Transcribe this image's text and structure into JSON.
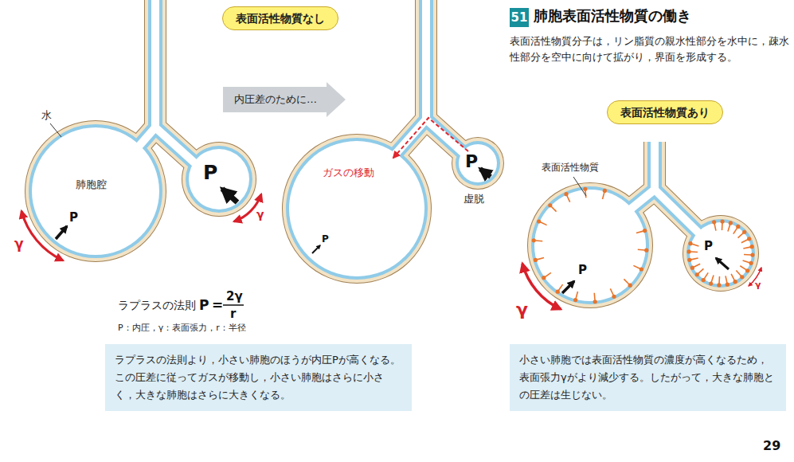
{
  "diagram": {
    "title": "肺胞表面活性物質の働き",
    "caption": "表面活性物質分子は，リン脂質の親水性部分を水中に，疎水性部分を空中に向けて拡がり，界面を形成する。",
    "nodes": [
      {
        "text": [
          "表面活性物質なし"
        ]
      },
      {
        "text": [
          "内圧差のために…"
        ]
      },
      {
        "text": [
          "51"
        ]
      },
      {
        "text": [
          "表面活性物質あり"
        ]
      },
      {
        "text": [
          "ラプラスの法則より，小さい肺胞のほうが内圧Pが高くなる。この圧差に従ってガスが移動し，小さい肺胞はさらに小さく，大きな肺胞はさらに大きくなる。"
        ]
      },
      {
        "text": [
          "小さい肺胞では表面活性物質の濃度が高くなるため，表面張力γがより減少する。したがって，大きな肺胞との圧差は生じない。"
        ]
      }
    ],
    "labels": [
      "水",
      "肺胞腔",
      "P",
      "γ",
      "P",
      "γ",
      "ガスの移動",
      "P",
      "P",
      "虚脱",
      "ラプラスの法則",
      "P",
      "=",
      "2γ",
      "r",
      "P：内圧，γ：表面張力，r：半径",
      "表面活性物質",
      "P",
      "γ",
      "P",
      "γ",
      "29"
    ]
  }
}
